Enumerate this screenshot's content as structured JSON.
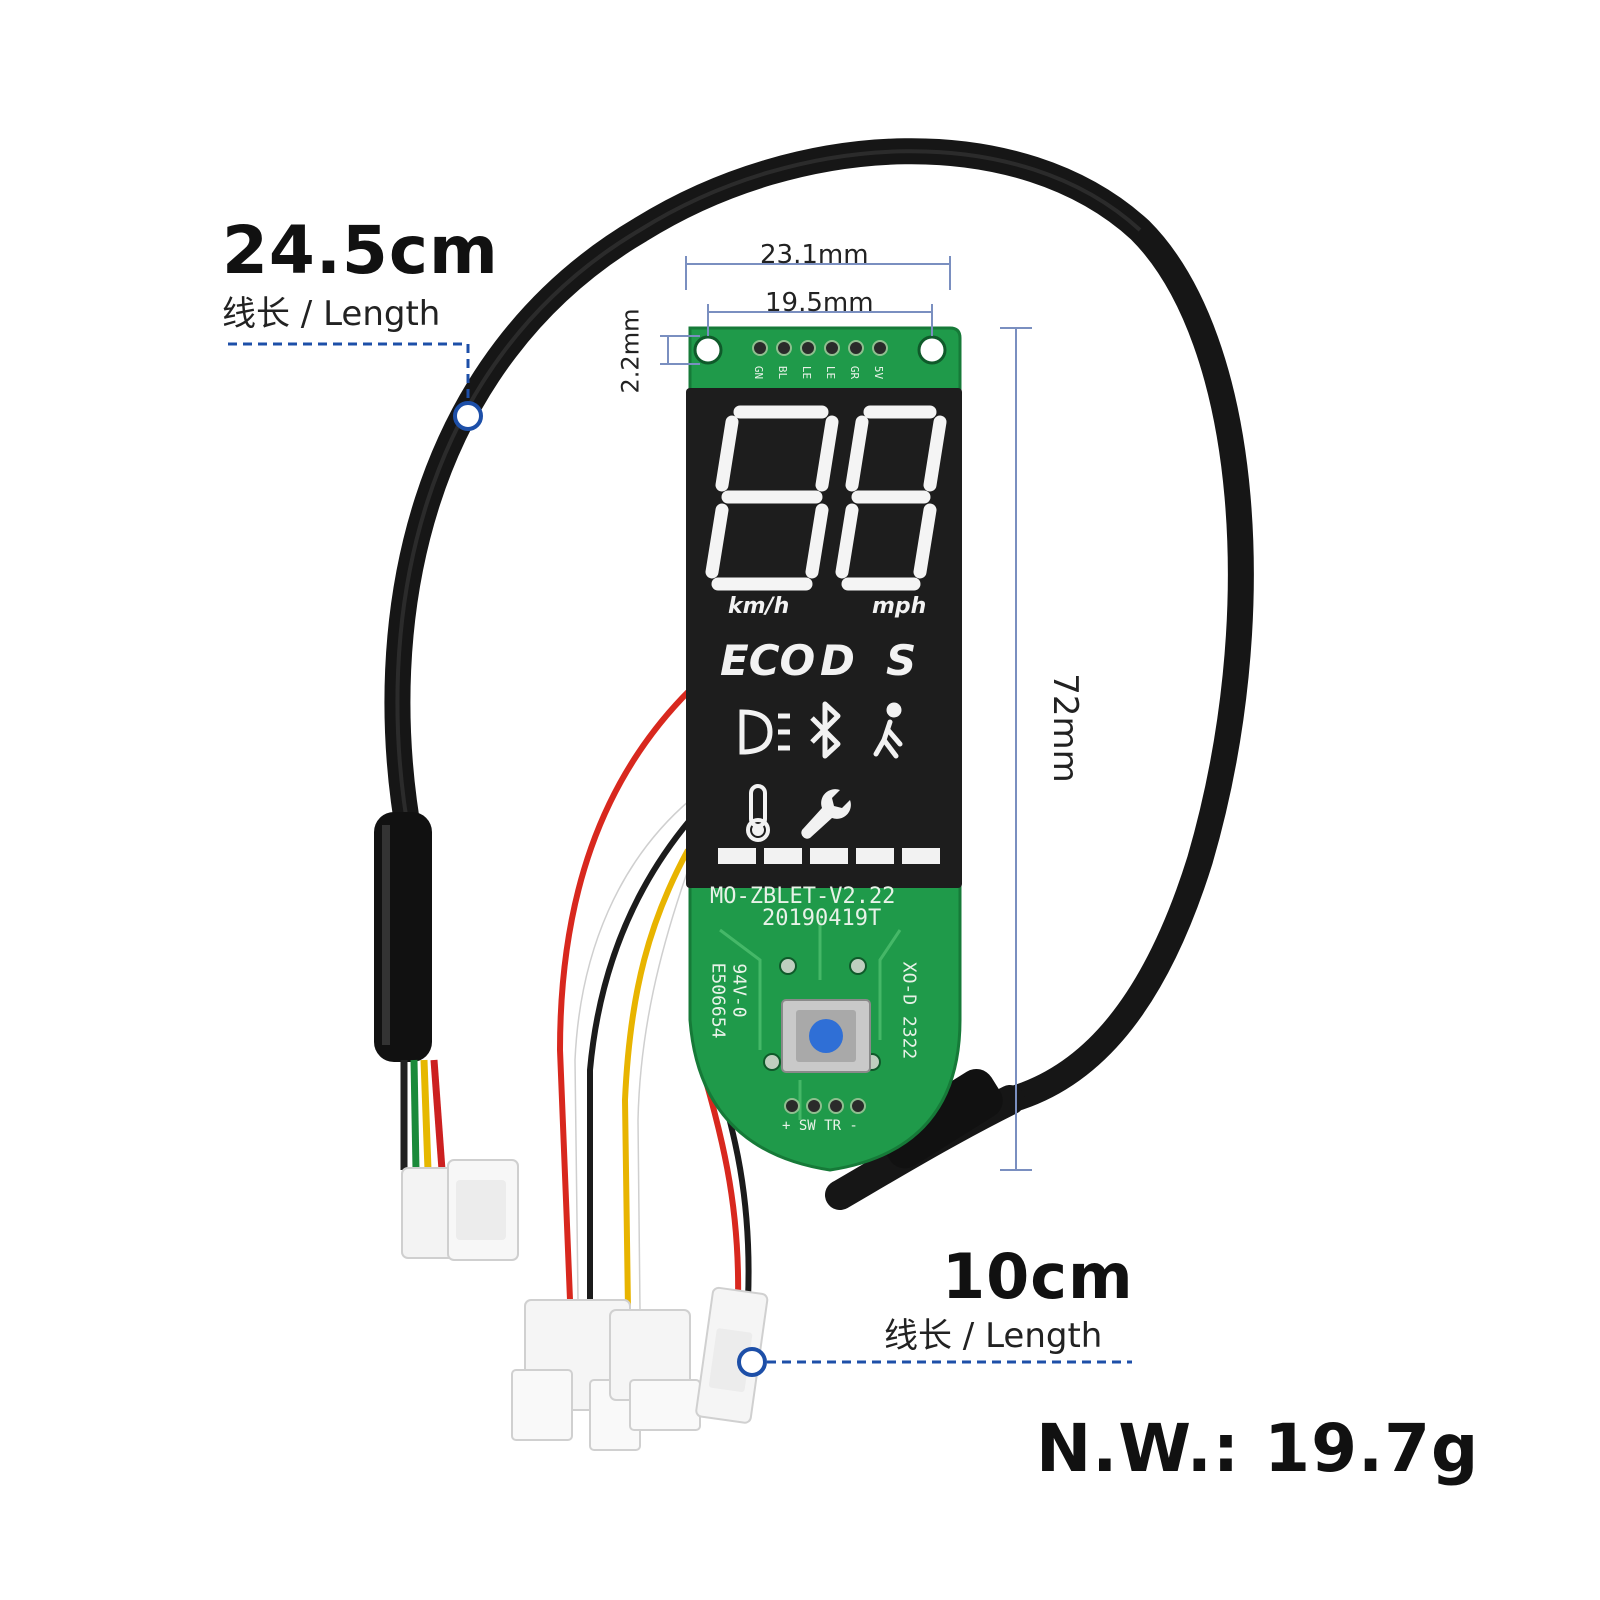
{
  "callouts": {
    "cable_long": {
      "value": "24.5cm",
      "label": "线长 / Length"
    },
    "cable_short": {
      "value": "10cm",
      "label": "线长 / Length"
    },
    "net_weight": "N.W.: 19.7g"
  },
  "dimensions": {
    "width_outer": "23.1mm",
    "width_inner": "19.5mm",
    "hole_offset": "2.2mm",
    "height": "72mm"
  },
  "display": {
    "digits": "88",
    "unit_left": "km/h",
    "unit_right": "mph",
    "mode_eco": "ECO",
    "mode_d": "D",
    "mode_s": "S",
    "indicator_icons": [
      "headlight-icon",
      "bluetooth-icon",
      "walk-mode-icon",
      "thermometer-icon",
      "wrench-icon"
    ],
    "battery_segments": 5
  },
  "pcb": {
    "model": "MO-ZBLET-V2.22",
    "date": "20190419T",
    "rating": "94V-0",
    "cert": "E506654",
    "side_code": "XO-D 2322",
    "pads_top": [
      "GN",
      "BL",
      "LE",
      "LE",
      "GR",
      "5V"
    ],
    "pads_bottom": "+ SW TR -"
  },
  "colors": {
    "pcb_green": "#1f9a4a",
    "lcd_black": "#1d1d1d",
    "cable": "#161616",
    "dimension_line": "#7a8fc0",
    "callout_dot": "#1d4fa8"
  }
}
